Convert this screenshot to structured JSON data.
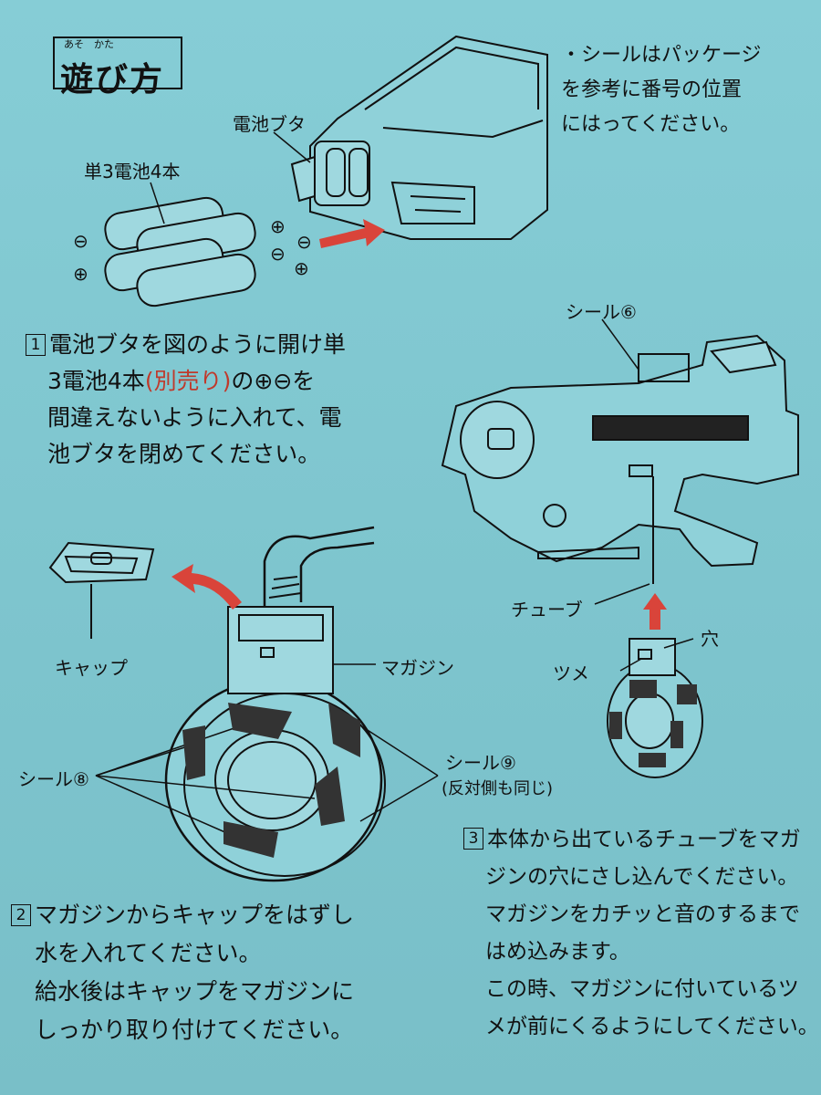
{
  "title": {
    "text": "遊び方",
    "ruby": "あそ　かた"
  },
  "note": {
    "lines": [
      "・シールはパッケージ",
      "を参考に番号の位置",
      "にはってください。"
    ]
  },
  "battery": {
    "cover_label": "電池ブタ",
    "batteries_label": "単3電池4本",
    "plus": "⊕",
    "minus": "⊖"
  },
  "step1": {
    "num": "1",
    "line1": "電池ブタを図のように開け単",
    "line2_a": "3電池4本",
    "line2_red": "(別売り)",
    "line2_b": "の⊕⊖を",
    "line3": "間違えないように入れて、電",
    "line4": "池ブタを閉めてください。"
  },
  "gun": {
    "seal6": "シール⑥",
    "tube": "チューブ",
    "hole": "穴",
    "claw": "ツメ"
  },
  "magazine": {
    "cap": "キャップ",
    "magazine": "マガジン",
    "seal8": "シール⑧",
    "seal9": "シール⑨",
    "seal9_note": "(反対側も同じ)"
  },
  "step2": {
    "num": "2",
    "lines": [
      "マガジンからキャップをはずし",
      "水を入れてください。",
      "給水後はキャップをマガジンに",
      "しっかり取り付けてください。"
    ]
  },
  "step3": {
    "num": "3",
    "lines": [
      "本体から出ているチューブをマガ",
      "ジンの穴にさし込んでください。",
      "マガジンをカチッと音のするまで",
      "はめ込みます。",
      "この時、マガジンに付いているツ",
      "メが前にくるようにしてください。"
    ]
  },
  "colors": {
    "background": "#7fc7cf",
    "accent_red": "#d9443a",
    "ink": "#111111"
  }
}
